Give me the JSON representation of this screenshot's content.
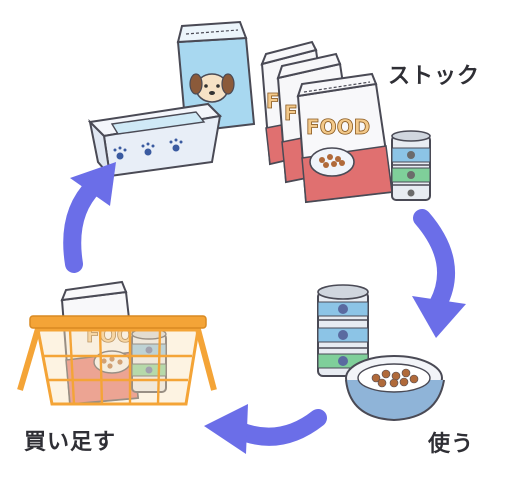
{
  "labels": {
    "stock": "ストック",
    "use": "使う",
    "rebuy": "買い足す"
  },
  "package_text": {
    "bag_front": "FOOD",
    "bag_middle": "FO",
    "bag_back": "F",
    "basket_bag": "FOOD"
  },
  "colors": {
    "arrow": "#6b6ee8",
    "basket": "#f4a437",
    "food_red": "#e07070",
    "bag_blue": "#a8d8f0",
    "can_green": "#7fcf9a",
    "can_blue": "#8cc4e6",
    "bowl_blue": "#8fb4d8",
    "kibble": "#b06a3a"
  },
  "icons": [
    "paw-icon",
    "dog-face-icon",
    "cat-face-icon",
    "cycle-arrow-icon"
  ]
}
